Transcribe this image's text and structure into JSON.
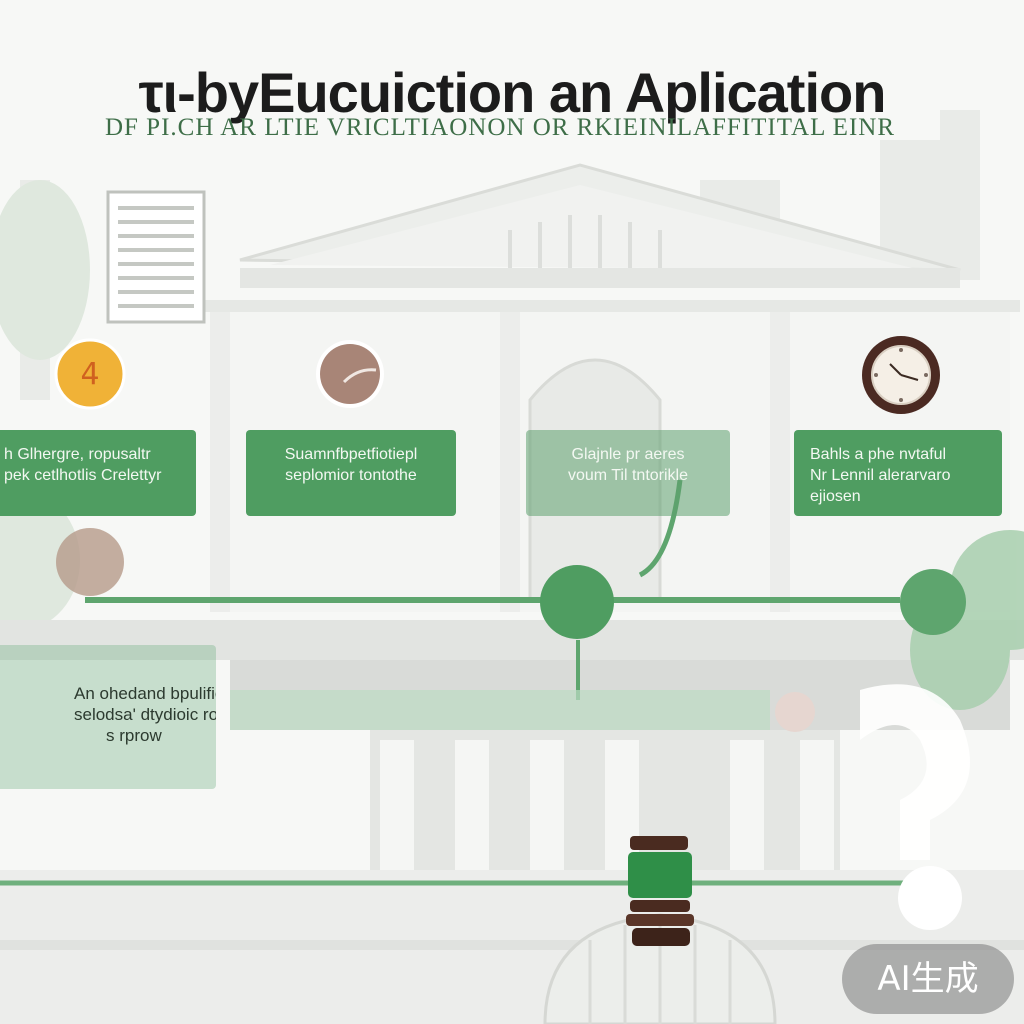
{
  "header": {
    "title": "τι-byEucuiction an Aplication",
    "subtitle": "DF PI.CH AR LTIE VRICLTIAONON OR RKIEINILAFFITITAL EINR"
  },
  "steps": [
    {
      "line1": "h Glhergre, ropusaltr",
      "line2": "pek cetlhotlis Crelettyr"
    },
    {
      "line1": "Suamnfbpetfiotiepl",
      "line2": "seplomior tontothe"
    },
    {
      "line1": "Glajnle pr aeres",
      "line2": "voum Til tntorikle"
    },
    {
      "line1": "Bahls a phe nvtaful",
      "line2": "Nr Lennil alerarvaro",
      "line3": "ejiosen"
    }
  ],
  "note": {
    "line1": "An ohedand bpulifiele tla of So",
    "line2": "selodsa' dtydioic roptiom.",
    "line3": "s rprow"
  },
  "badge": "AI生成",
  "colors": {
    "accent": "#4f9d61",
    "accent_light": "#8fc39c",
    "text_dark": "#1c1c1c",
    "subtitle_green": "#3e6e48",
    "background": "#f7f8f6"
  },
  "icons": [
    "document-icon",
    "coin-icon",
    "brown-circle-icon",
    "clock-icon",
    "gavel-icon"
  ]
}
